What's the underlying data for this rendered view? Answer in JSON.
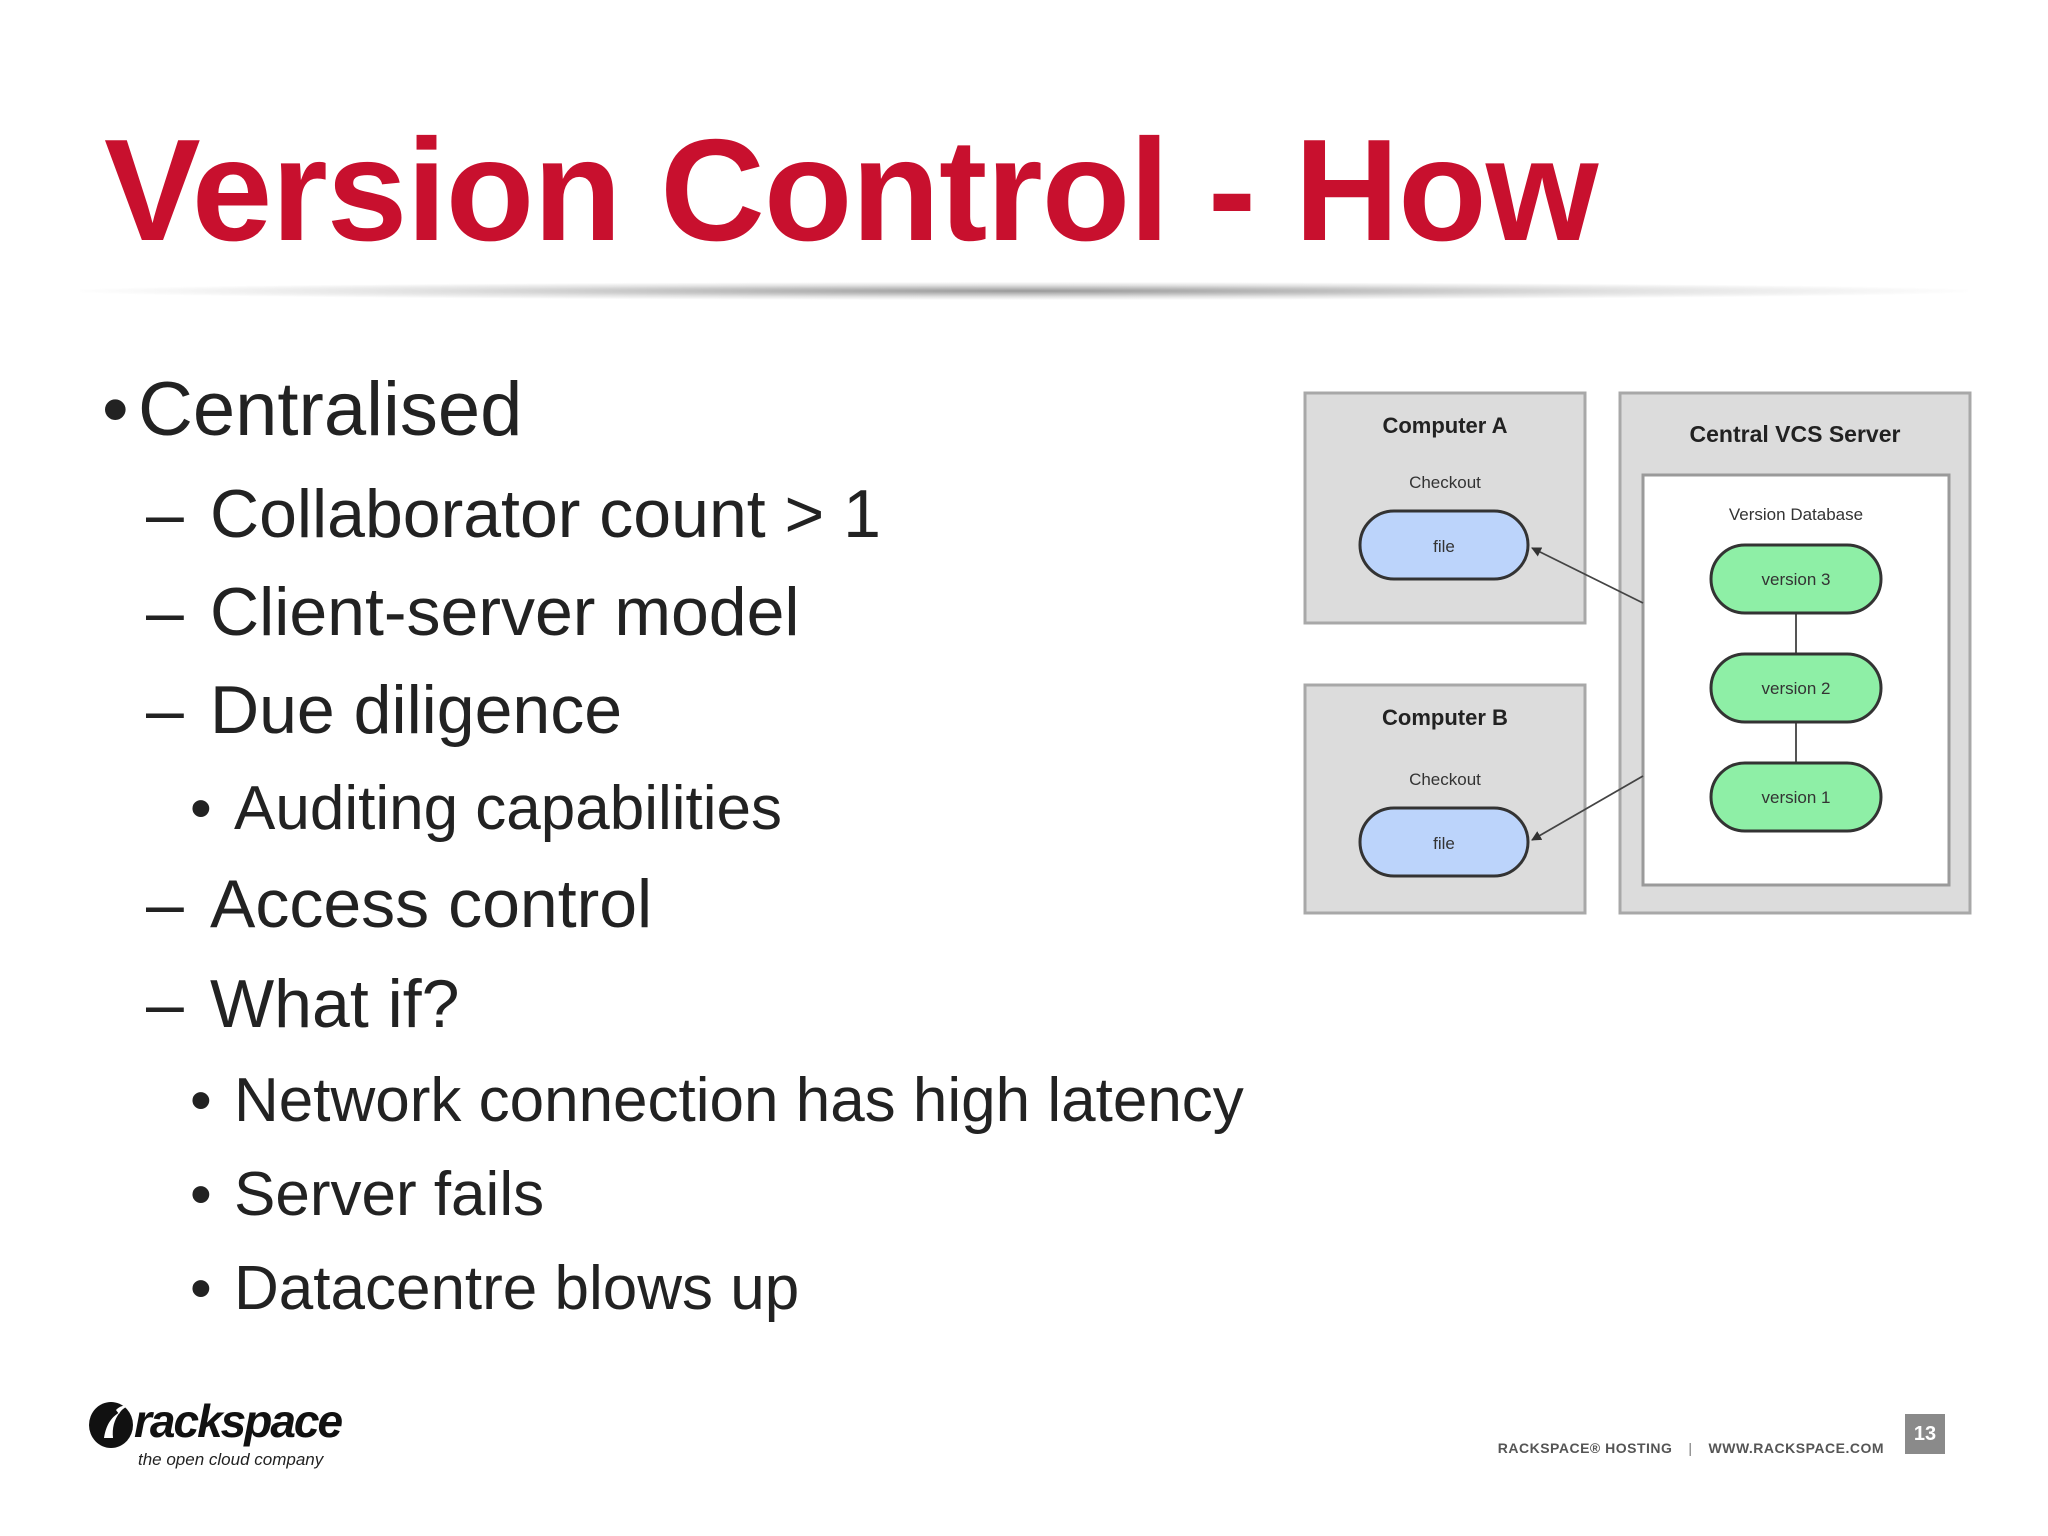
{
  "slide": {
    "title": "Version Control - How",
    "bullets": [
      {
        "level": 1,
        "marker": "•",
        "text": "Centralised"
      },
      {
        "level": 2,
        "marker": "–",
        "text": "Collaborator count > 1"
      },
      {
        "level": 2,
        "marker": "–",
        "text": "Client-server model"
      },
      {
        "level": 2,
        "marker": "–",
        "text": "Due diligence"
      },
      {
        "level": 3,
        "marker": "•",
        "text": "Auditing capabilities"
      },
      {
        "level": 2,
        "marker": "–",
        "text": "Access control"
      },
      {
        "level": 2,
        "marker": "–",
        "text": "What if?"
      },
      {
        "level": 3,
        "marker": "•",
        "text": "Network connection has high latency"
      },
      {
        "level": 3,
        "marker": "•",
        "text": "Server fails"
      },
      {
        "level": 3,
        "marker": "•",
        "text": "Datacentre blows up"
      }
    ],
    "colors": {
      "title": "#c8102e",
      "body_text": "#222222",
      "diagram_panel": "#dcdcdc",
      "file_node": "#bcd4fb",
      "version_node": "#8eefa6"
    }
  },
  "diagram": {
    "computer_a": {
      "title": "Computer A",
      "label": "Checkout",
      "file": "file"
    },
    "computer_b": {
      "title": "Computer B",
      "label": "Checkout",
      "file": "file"
    },
    "server": {
      "title": "Central VCS Server",
      "database": "Version Database",
      "versions": [
        "version 3",
        "version 2",
        "version 1"
      ]
    }
  },
  "footer": {
    "logo_word": "rackspace",
    "logo_tagline": "the open cloud company",
    "logo_icon": "rackspace-logo-icon",
    "company": "RACKSPACE® HOSTING",
    "separator": "|",
    "website": "WWW.RACKSPACE.COM",
    "page_number": "13"
  }
}
